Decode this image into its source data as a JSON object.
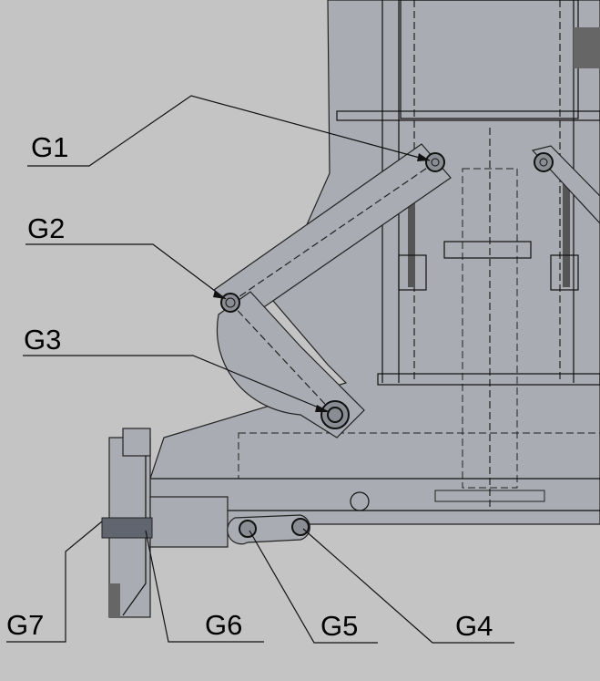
{
  "labels": {
    "g1": "G1",
    "g2": "G2",
    "g3": "G3",
    "g4": "G4",
    "g5": "G5",
    "g6": "G6",
    "g7": "G7"
  },
  "colors": {
    "background": "#c4c4c4",
    "part": "#a9acb2",
    "line": "#111111"
  }
}
